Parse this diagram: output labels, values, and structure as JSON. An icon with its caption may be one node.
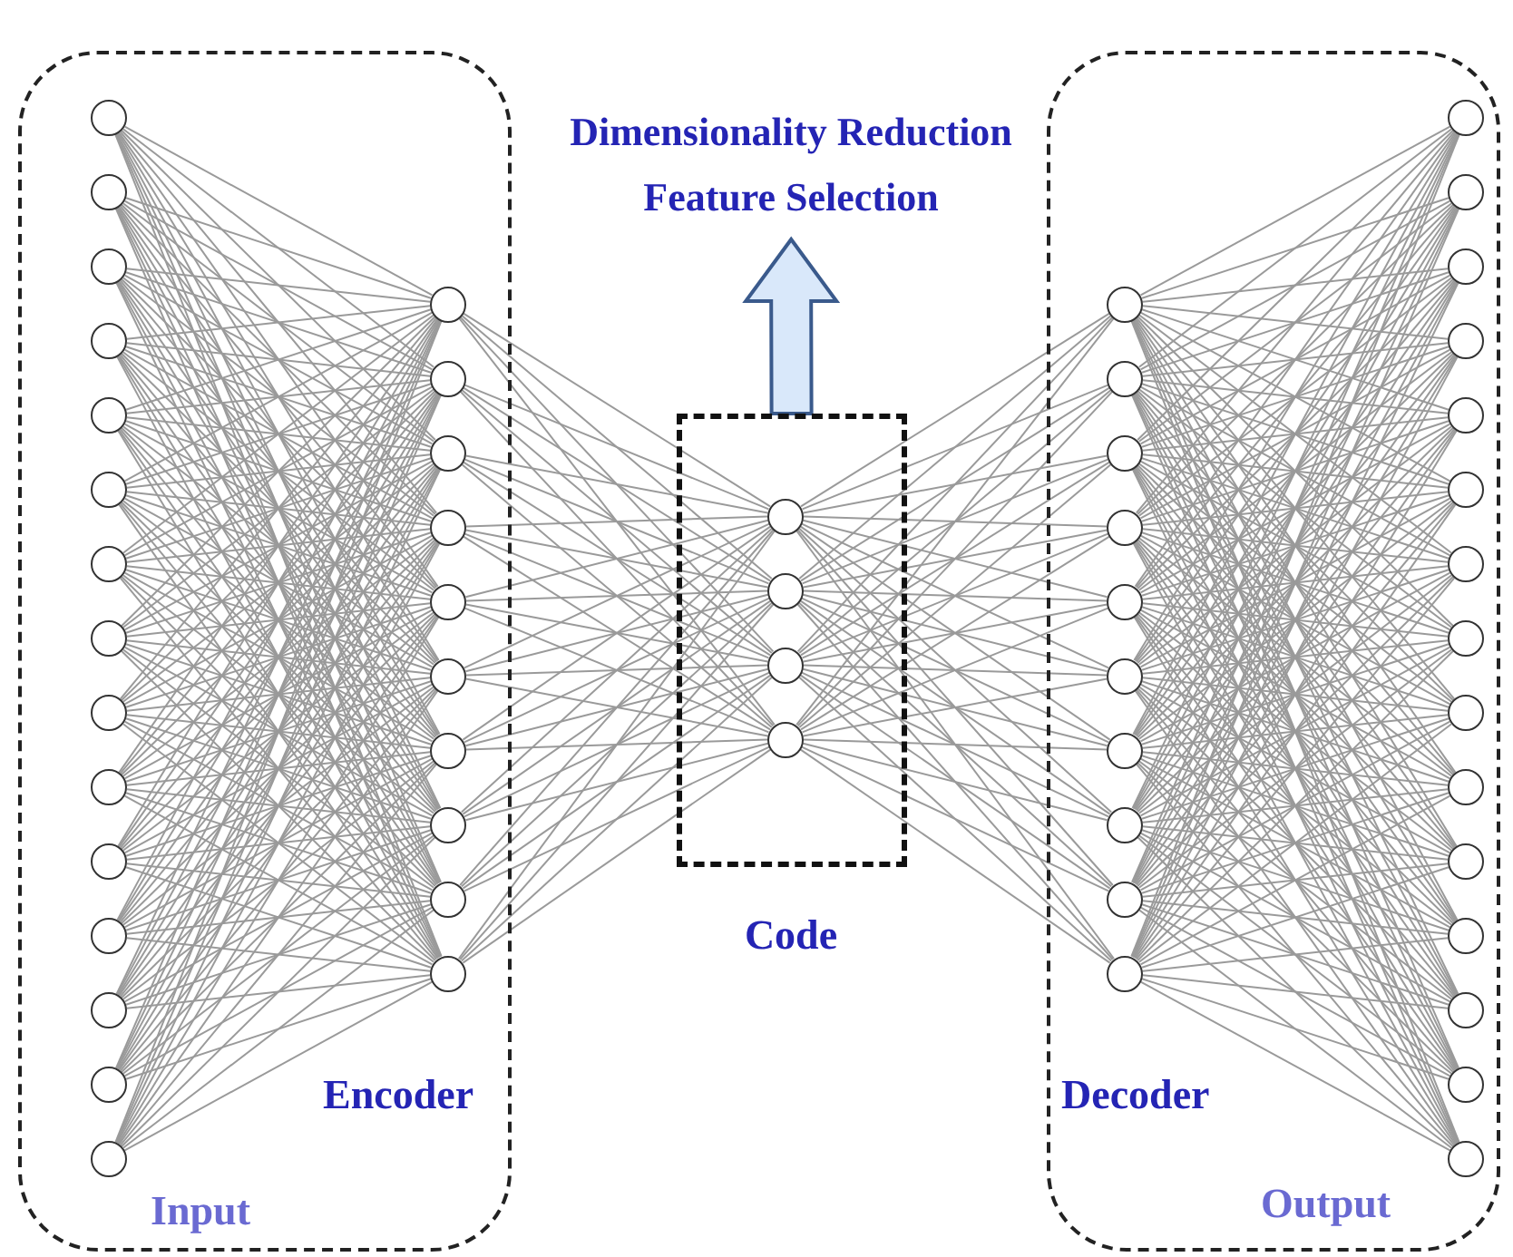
{
  "diagram": {
    "nodes": [
      {
        "text": [
          "Encoder",
          "Input"
        ]
      },
      {
        "text": [
          "Dimensionality Reduction",
          "Feature Selection"
        ]
      },
      {
        "text": [
          "Code"
        ]
      },
      {
        "text": [
          "Decoder",
          "Output"
        ]
      },
      {
        "text": [],
        "shape": "circle",
        "in": 0
      },
      {
        "text": [],
        "shape": "circle",
        "in": 0
      },
      {
        "text": [],
        "shape": "circle",
        "in": 0
      },
      {
        "text": [],
        "shape": "circle",
        "in": 0
      },
      {
        "text": [],
        "shape": "circle",
        "in": 0
      },
      {
        "text": [],
        "shape": "circle",
        "in": 0
      },
      {
        "text": [],
        "shape": "circle",
        "in": 0
      },
      {
        "text": [],
        "shape": "circle",
        "in": 0
      },
      {
        "text": [],
        "shape": "circle",
        "in": 0
      },
      {
        "text": [],
        "shape": "circle",
        "in": 0
      },
      {
        "text": [],
        "shape": "circle",
        "in": 0
      },
      {
        "text": [],
        "shape": "circle",
        "in": 0
      },
      {
        "text": [],
        "shape": "circle",
        "in": 0
      },
      {
        "text": [],
        "shape": "circle",
        "in": 0
      },
      {
        "text": [],
        "shape": "circle",
        "in": 0
      },
      {
        "text": [],
        "shape": "circle",
        "in": 0
      },
      {
        "text": [],
        "shape": "circle",
        "in": 0
      },
      {
        "text": [],
        "shape": "circle",
        "in": 0
      },
      {
        "text": [],
        "shape": "circle",
        "in": 0
      },
      {
        "text": [],
        "shape": "circle",
        "in": 0
      },
      {
        "text": [],
        "shape": "circle",
        "in": 0
      },
      {
        "text": [],
        "shape": "circle",
        "in": 0
      },
      {
        "text": [],
        "shape": "circle",
        "in": 0
      },
      {
        "text": [],
        "shape": "circle",
        "in": 0
      },
      {
        "text": [],
        "shape": "circle",
        "in": 0
      },
      {
        "text": [],
        "shape": "circle",
        "in": 2
      },
      {
        "text": [],
        "shape": "circle",
        "in": 2
      },
      {
        "text": [],
        "shape": "circle",
        "in": 2
      },
      {
        "text": [],
        "shape": "circle",
        "in": 2
      },
      {
        "text": [],
        "shape": "circle",
        "in": 3
      },
      {
        "text": [],
        "shape": "circle",
        "in": 3
      },
      {
        "text": [],
        "shape": "circle",
        "in": 3
      },
      {
        "text": [],
        "shape": "circle",
        "in": 3
      },
      {
        "text": [],
        "shape": "circle",
        "in": 3
      },
      {
        "text": [],
        "shape": "circle",
        "in": 3
      },
      {
        "text": [],
        "shape": "circle",
        "in": 3
      },
      {
        "text": [],
        "shape": "circle",
        "in": 3
      },
      {
        "text": [],
        "shape": "circle",
        "in": 3
      },
      {
        "text": [],
        "shape": "circle",
        "in": 3
      },
      {
        "text": [],
        "shape": "circle",
        "in": 3
      },
      {
        "text": [],
        "shape": "circle",
        "in": 3
      },
      {
        "text": [],
        "shape": "circle",
        "in": 3
      },
      {
        "text": [],
        "shape": "circle",
        "in": 3
      },
      {
        "text": [],
        "shape": "circle",
        "in": 3
      },
      {
        "text": [],
        "shape": "circle",
        "in": 3
      },
      {
        "text": [],
        "shape": "circle",
        "in": 3
      },
      {
        "text": [],
        "shape": "circle",
        "in": 3
      },
      {
        "text": [],
        "shape": "circle",
        "in": 3
      },
      {
        "text": [],
        "shape": "circle",
        "in": 3
      },
      {
        "text": [],
        "shape": "circle",
        "in": 3
      },
      {
        "text": [],
        "shape": "circle",
        "in": 3
      },
      {
        "text": [],
        "shape": "circle",
        "in": 3
      },
      {
        "text": [],
        "shape": "circle",
        "in": 3
      },
      {
        "text": [],
        "shape": "circle",
        "in": 3
      }
    ],
    "edges": [
      {
        "from": 2,
        "to": 1,
        "arrow": "to",
        "style": "thick"
      },
      {
        "from": 4,
        "to": 19,
        "arrow": "none"
      },
      {
        "from": 4,
        "to": 20,
        "arrow": "none"
      },
      {
        "from": 4,
        "to": 21,
        "arrow": "none"
      },
      {
        "from": 4,
        "to": 22,
        "arrow": "none"
      },
      {
        "from": 4,
        "to": 23,
        "arrow": "none"
      },
      {
        "from": 4,
        "to": 24,
        "arrow": "none"
      },
      {
        "from": 4,
        "to": 25,
        "arrow": "none"
      },
      {
        "from": 4,
        "to": 26,
        "arrow": "none"
      },
      {
        "from": 4,
        "to": 27,
        "arrow": "none"
      },
      {
        "from": 4,
        "to": 28,
        "arrow": "none"
      },
      {
        "from": 5,
        "to": 19,
        "arrow": "none"
      },
      {
        "from": 5,
        "to": 20,
        "arrow": "none"
      },
      {
        "from": 5,
        "to": 21,
        "arrow": "none"
      },
      {
        "from": 5,
        "to": 22,
        "arrow": "none"
      },
      {
        "from": 5,
        "to": 23,
        "arrow": "none"
      },
      {
        "from": 5,
        "to": 24,
        "arrow": "none"
      },
      {
        "from": 5,
        "to": 25,
        "arrow": "none"
      },
      {
        "from": 5,
        "to": 26,
        "arrow": "none"
      },
      {
        "from": 5,
        "to": 27,
        "arrow": "none"
      },
      {
        "from": 5,
        "to": 28,
        "arrow": "none"
      },
      {
        "from": 6,
        "to": 19,
        "arrow": "none"
      },
      {
        "from": 6,
        "to": 20,
        "arrow": "none"
      },
      {
        "from": 6,
        "to": 21,
        "arrow": "none"
      },
      {
        "from": 6,
        "to": 22,
        "arrow": "none"
      },
      {
        "from": 6,
        "to": 23,
        "arrow": "none"
      },
      {
        "from": 6,
        "to": 24,
        "arrow": "none"
      },
      {
        "from": 6,
        "to": 25,
        "arrow": "none"
      },
      {
        "from": 6,
        "to": 26,
        "arrow": "none"
      },
      {
        "from": 6,
        "to": 27,
        "arrow": "none"
      },
      {
        "from": 6,
        "to": 28,
        "arrow": "none"
      },
      {
        "from": 7,
        "to": 19,
        "arrow": "none"
      },
      {
        "from": 7,
        "to": 20,
        "arrow": "none"
      },
      {
        "from": 7,
        "to": 21,
        "arrow": "none"
      },
      {
        "from": 7,
        "to": 22,
        "arrow": "none"
      },
      {
        "from": 7,
        "to": 23,
        "arrow": "none"
      },
      {
        "from": 7,
        "to": 24,
        "arrow": "none"
      },
      {
        "from": 7,
        "to": 25,
        "arrow": "none"
      },
      {
        "from": 7,
        "to": 26,
        "arrow": "none"
      },
      {
        "from": 7,
        "to": 27,
        "arrow": "none"
      },
      {
        "from": 7,
        "to": 28,
        "arrow": "none"
      },
      {
        "from": 8,
        "to": 19,
        "arrow": "none"
      },
      {
        "from": 8,
        "to": 20,
        "arrow": "none"
      },
      {
        "from": 8,
        "to": 21,
        "arrow": "none"
      },
      {
        "from": 8,
        "to": 22,
        "arrow": "none"
      },
      {
        "from": 8,
        "to": 23,
        "arrow": "none"
      },
      {
        "from": 8,
        "to": 24,
        "arrow": "none"
      },
      {
        "from": 8,
        "to": 25,
        "arrow": "none"
      },
      {
        "from": 8,
        "to": 26,
        "arrow": "none"
      },
      {
        "from": 8,
        "to": 27,
        "arrow": "none"
      },
      {
        "from": 8,
        "to": 28,
        "arrow": "none"
      },
      {
        "from": 9,
        "to": 19,
        "arrow": "none"
      },
      {
        "from": 9,
        "to": 20,
        "arrow": "none"
      },
      {
        "from": 9,
        "to": 21,
        "arrow": "none"
      },
      {
        "from": 9,
        "to": 22,
        "arrow": "none"
      },
      {
        "from": 9,
        "to": 23,
        "arrow": "none"
      },
      {
        "from": 9,
        "to": 24,
        "arrow": "none"
      },
      {
        "from": 9,
        "to": 25,
        "arrow": "none"
      },
      {
        "from": 9,
        "to": 26,
        "arrow": "none"
      },
      {
        "from": 9,
        "to": 27,
        "arrow": "none"
      },
      {
        "from": 9,
        "to": 28,
        "arrow": "none"
      },
      {
        "from": 10,
        "to": 19,
        "arrow": "none"
      },
      {
        "from": 10,
        "to": 20,
        "arrow": "none"
      },
      {
        "from": 10,
        "to": 21,
        "arrow": "none"
      },
      {
        "from": 10,
        "to": 22,
        "arrow": "none"
      },
      {
        "from": 10,
        "to": 23,
        "arrow": "none"
      },
      {
        "from": 10,
        "to": 24,
        "arrow": "none"
      },
      {
        "from": 10,
        "to": 25,
        "arrow": "none"
      },
      {
        "from": 10,
        "to": 26,
        "arrow": "none"
      },
      {
        "from": 10,
        "to": 27,
        "arrow": "none"
      },
      {
        "from": 10,
        "to": 28,
        "arrow": "none"
      },
      {
        "from": 11,
        "to": 19,
        "arrow": "none"
      },
      {
        "from": 11,
        "to": 20,
        "arrow": "none"
      },
      {
        "from": 11,
        "to": 21,
        "arrow": "none"
      },
      {
        "from": 11,
        "to": 22,
        "arrow": "none"
      },
      {
        "from": 11,
        "to": 23,
        "arrow": "none"
      },
      {
        "from": 11,
        "to": 24,
        "arrow": "none"
      },
      {
        "from": 11,
        "to": 25,
        "arrow": "none"
      },
      {
        "from": 11,
        "to": 26,
        "arrow": "none"
      },
      {
        "from": 11,
        "to": 27,
        "arrow": "none"
      },
      {
        "from": 11,
        "to": 28,
        "arrow": "none"
      },
      {
        "from": 12,
        "to": 19,
        "arrow": "none"
      },
      {
        "from": 12,
        "to": 20,
        "arrow": "none"
      },
      {
        "from": 12,
        "to": 21,
        "arrow": "none"
      },
      {
        "from": 12,
        "to": 22,
        "arrow": "none"
      },
      {
        "from": 12,
        "to": 23,
        "arrow": "none"
      },
      {
        "from": 12,
        "to": 24,
        "arrow": "none"
      },
      {
        "from": 12,
        "to": 25,
        "arrow": "none"
      },
      {
        "from": 12,
        "to": 26,
        "arrow": "none"
      },
      {
        "from": 12,
        "to": 27,
        "arrow": "none"
      },
      {
        "from": 12,
        "to": 28,
        "arrow": "none"
      },
      {
        "from": 13,
        "to": 19,
        "arrow": "none"
      },
      {
        "from": 13,
        "to": 20,
        "arrow": "none"
      },
      {
        "from": 13,
        "to": 21,
        "arrow": "none"
      },
      {
        "from": 13,
        "to": 22,
        "arrow": "none"
      },
      {
        "from": 13,
        "to": 23,
        "arrow": "none"
      },
      {
        "from": 13,
        "to": 24,
        "arrow": "none"
      },
      {
        "from": 13,
        "to": 25,
        "arrow": "none"
      },
      {
        "from": 13,
        "to": 26,
        "arrow": "none"
      },
      {
        "from": 13,
        "to": 27,
        "arrow": "none"
      },
      {
        "from": 13,
        "to": 28,
        "arrow": "none"
      },
      {
        "from": 14,
        "to": 19,
        "arrow": "none"
      },
      {
        "from": 14,
        "to": 20,
        "arrow": "none"
      },
      {
        "from": 14,
        "to": 21,
        "arrow": "none"
      },
      {
        "from": 14,
        "to": 22,
        "arrow": "none"
      },
      {
        "from": 14,
        "to": 23,
        "arrow": "none"
      },
      {
        "from": 14,
        "to": 24,
        "arrow": "none"
      },
      {
        "from": 14,
        "to": 25,
        "arrow": "none"
      },
      {
        "from": 14,
        "to": 26,
        "arrow": "none"
      },
      {
        "from": 14,
        "to": 27,
        "arrow": "none"
      },
      {
        "from": 14,
        "to": 28,
        "arrow": "none"
      },
      {
        "from": 15,
        "to": 19,
        "arrow": "none"
      },
      {
        "from": 15,
        "to": 20,
        "arrow": "none"
      },
      {
        "from": 15,
        "to": 21,
        "arrow": "none"
      },
      {
        "from": 15,
        "to": 22,
        "arrow": "none"
      },
      {
        "from": 15,
        "to": 23,
        "arrow": "none"
      },
      {
        "from": 15,
        "to": 24,
        "arrow": "none"
      },
      {
        "from": 15,
        "to": 25,
        "arrow": "none"
      },
      {
        "from": 15,
        "to": 26,
        "arrow": "none"
      },
      {
        "from": 15,
        "to": 27,
        "arrow": "none"
      },
      {
        "from": 15,
        "to": 28,
        "arrow": "none"
      },
      {
        "from": 16,
        "to": 19,
        "arrow": "none"
      },
      {
        "from": 16,
        "to": 20,
        "arrow": "none"
      },
      {
        "from": 16,
        "to": 21,
        "arrow": "none"
      },
      {
        "from": 16,
        "to": 22,
        "arrow": "none"
      },
      {
        "from": 16,
        "to": 23,
        "arrow": "none"
      },
      {
        "from": 16,
        "to": 24,
        "arrow": "none"
      },
      {
        "from": 16,
        "to": 25,
        "arrow": "none"
      },
      {
        "from": 16,
        "to": 26,
        "arrow": "none"
      },
      {
        "from": 16,
        "to": 27,
        "arrow": "none"
      },
      {
        "from": 16,
        "to": 28,
        "arrow": "none"
      },
      {
        "from": 17,
        "to": 19,
        "arrow": "none"
      },
      {
        "from": 17,
        "to": 20,
        "arrow": "none"
      },
      {
        "from": 17,
        "to": 21,
        "arrow": "none"
      },
      {
        "from": 17,
        "to": 22,
        "arrow": "none"
      },
      {
        "from": 17,
        "to": 23,
        "arrow": "none"
      },
      {
        "from": 17,
        "to": 24,
        "arrow": "none"
      },
      {
        "from": 17,
        "to": 25,
        "arrow": "none"
      },
      {
        "from": 17,
        "to": 26,
        "arrow": "none"
      },
      {
        "from": 17,
        "to": 27,
        "arrow": "none"
      },
      {
        "from": 17,
        "to": 28,
        "arrow": "none"
      },
      {
        "from": 18,
        "to": 19,
        "arrow": "none"
      },
      {
        "from": 18,
        "to": 20,
        "arrow": "none"
      },
      {
        "from": 18,
        "to": 21,
        "arrow": "none"
      },
      {
        "from": 18,
        "to": 22,
        "arrow": "none"
      },
      {
        "from": 18,
        "to": 23,
        "arrow": "none"
      },
      {
        "from": 18,
        "to": 24,
        "arrow": "none"
      },
      {
        "from": 18,
        "to": 25,
        "arrow": "none"
      },
      {
        "from": 18,
        "to": 26,
        "arrow": "none"
      },
      {
        "from": 18,
        "to": 27,
        "arrow": "none"
      },
      {
        "from": 18,
        "to": 28,
        "arrow": "none"
      },
      {
        "from": 19,
        "to": 29,
        "arrow": "none"
      },
      {
        "from": 19,
        "to": 30,
        "arrow": "none"
      },
      {
        "from": 19,
        "to": 31,
        "arrow": "none"
      },
      {
        "from": 19,
        "to": 32,
        "arrow": "none"
      },
      {
        "from": 20,
        "to": 29,
        "arrow": "none"
      },
      {
        "from": 20,
        "to": 30,
        "arrow": "none"
      },
      {
        "from": 20,
        "to": 31,
        "arrow": "none"
      },
      {
        "from": 20,
        "to": 32,
        "arrow": "none"
      },
      {
        "from": 21,
        "to": 29,
        "arrow": "none"
      },
      {
        "from": 21,
        "to": 30,
        "arrow": "none"
      },
      {
        "from": 21,
        "to": 31,
        "arrow": "none"
      },
      {
        "from": 21,
        "to": 32,
        "arrow": "none"
      },
      {
        "from": 22,
        "to": 29,
        "arrow": "none"
      },
      {
        "from": 22,
        "to": 30,
        "arrow": "none"
      },
      {
        "from": 22,
        "to": 31,
        "arrow": "none"
      },
      {
        "from": 22,
        "to": 32,
        "arrow": "none"
      },
      {
        "from": 23,
        "to": 29,
        "arrow": "none"
      },
      {
        "from": 23,
        "to": 30,
        "arrow": "none"
      },
      {
        "from": 23,
        "to": 31,
        "arrow": "none"
      },
      {
        "from": 23,
        "to": 32,
        "arrow": "none"
      },
      {
        "from": 24,
        "to": 29,
        "arrow": "none"
      },
      {
        "from": 24,
        "to": 30,
        "arrow": "none"
      },
      {
        "from": 24,
        "to": 31,
        "arrow": "none"
      },
      {
        "from": 24,
        "to": 32,
        "arrow": "none"
      },
      {
        "from": 25,
        "to": 29,
        "arrow": "none"
      },
      {
        "from": 25,
        "to": 30,
        "arrow": "none"
      },
      {
        "from": 25,
        "to": 31,
        "arrow": "none"
      },
      {
        "from": 25,
        "to": 32,
        "arrow": "none"
      },
      {
        "from": 26,
        "to": 29,
        "arrow": "none"
      },
      {
        "from": 26,
        "to": 30,
        "arrow": "none"
      },
      {
        "from": 26,
        "to": 31,
        "arrow": "none"
      },
      {
        "from": 26,
        "to": 32,
        "arrow": "none"
      },
      {
        "from": 27,
        "to": 29,
        "arrow": "none"
      },
      {
        "from": 27,
        "to": 30,
        "arrow": "none"
      },
      {
        "from": 27,
        "to": 31,
        "arrow": "none"
      },
      {
        "from": 27,
        "to": 32,
        "arrow": "none"
      },
      {
        "from": 28,
        "to": 29,
        "arrow": "none"
      },
      {
        "from": 28,
        "to": 30,
        "arrow": "none"
      },
      {
        "from": 28,
        "to": 31,
        "arrow": "none"
      },
      {
        "from": 28,
        "to": 32,
        "arrow": "none"
      },
      {
        "from": 29,
        "to": 33,
        "arrow": "none"
      },
      {
        "from": 29,
        "to": 34,
        "arrow": "none"
      },
      {
        "from": 29,
        "to": 35,
        "arrow": "none"
      },
      {
        "from": 29,
        "to": 36,
        "arrow": "none"
      },
      {
        "from": 29,
        "to": 37,
        "arrow": "none"
      },
      {
        "from": 29,
        "to": 38,
        "arrow": "none"
      },
      {
        "from": 29,
        "to": 39,
        "arrow": "none"
      },
      {
        "from": 29,
        "to": 40,
        "arrow": "none"
      },
      {
        "from": 29,
        "to": 41,
        "arrow": "none"
      },
      {
        "from": 29,
        "to": 42,
        "arrow": "none"
      },
      {
        "from": 30,
        "to": 33,
        "arrow": "none"
      },
      {
        "from": 30,
        "to": 34,
        "arrow": "none"
      },
      {
        "from": 30,
        "to": 35,
        "arrow": "none"
      },
      {
        "from": 30,
        "to": 36,
        "arrow": "none"
      },
      {
        "from": 30,
        "to": 37,
        "arrow": "none"
      },
      {
        "from": 30,
        "to": 38,
        "arrow": "none"
      },
      {
        "from": 30,
        "to": 39,
        "arrow": "none"
      },
      {
        "from": 30,
        "to": 40,
        "arrow": "none"
      },
      {
        "from": 30,
        "to": 41,
        "arrow": "none"
      },
      {
        "from": 30,
        "to": 42,
        "arrow": "none"
      },
      {
        "from": 31,
        "to": 33,
        "arrow": "none"
      },
      {
        "from": 31,
        "to": 34,
        "arrow": "none"
      },
      {
        "from": 31,
        "to": 35,
        "arrow": "none"
      },
      {
        "from": 31,
        "to": 36,
        "arrow": "none"
      },
      {
        "from": 31,
        "to": 37,
        "arrow": "none"
      },
      {
        "from": 31,
        "to": 38,
        "arrow": "none"
      },
      {
        "from": 31,
        "to": 39,
        "arrow": "none"
      },
      {
        "from": 31,
        "to": 40,
        "arrow": "none"
      },
      {
        "from": 31,
        "to": 41,
        "arrow": "none"
      },
      {
        "from": 31,
        "to": 42,
        "arrow": "none"
      },
      {
        "from": 32,
        "to": 33,
        "arrow": "none"
      },
      {
        "from": 32,
        "to": 34,
        "arrow": "none"
      },
      {
        "from": 32,
        "to": 35,
        "arrow": "none"
      },
      {
        "from": 32,
        "to": 36,
        "arrow": "none"
      },
      {
        "from": 32,
        "to": 37,
        "arrow": "none"
      },
      {
        "from": 32,
        "to": 38,
        "arrow": "none"
      },
      {
        "from": 32,
        "to": 39,
        "arrow": "none"
      },
      {
        "from": 32,
        "to": 40,
        "arrow": "none"
      },
      {
        "from": 32,
        "to": 41,
        "arrow": "none"
      },
      {
        "from": 32,
        "to": 42,
        "arrow": "none"
      },
      {
        "from": 33,
        "to": 43,
        "arrow": "none"
      },
      {
        "from": 33,
        "to": 44,
        "arrow": "none"
      },
      {
        "from": 33,
        "to": 45,
        "arrow": "none"
      },
      {
        "from": 33,
        "to": 46,
        "arrow": "none"
      },
      {
        "from": 33,
        "to": 47,
        "arrow": "none"
      },
      {
        "from": 33,
        "to": 48,
        "arrow": "none"
      },
      {
        "from": 33,
        "to": 49,
        "arrow": "none"
      },
      {
        "from": 33,
        "to": 50,
        "arrow": "none"
      },
      {
        "from": 33,
        "to": 51,
        "arrow": "none"
      },
      {
        "from": 33,
        "to": 52,
        "arrow": "none"
      },
      {
        "from": 33,
        "to": 53,
        "arrow": "none"
      },
      {
        "from": 33,
        "to": 54,
        "arrow": "none"
      },
      {
        "from": 33,
        "to": 55,
        "arrow": "none"
      },
      {
        "from": 33,
        "to": 56,
        "arrow": "none"
      },
      {
        "from": 33,
        "to": 57,
        "arrow": "none"
      },
      {
        "from": 34,
        "to": 43,
        "arrow": "none"
      },
      {
        "from": 34,
        "to": 44,
        "arrow": "none"
      },
      {
        "from": 34,
        "to": 45,
        "arrow": "none"
      },
      {
        "from": 34,
        "to": 46,
        "arrow": "none"
      },
      {
        "from": 34,
        "to": 47,
        "arrow": "none"
      },
      {
        "from": 34,
        "to": 48,
        "arrow": "none"
      },
      {
        "from": 34,
        "to": 49,
        "arrow": "none"
      },
      {
        "from": 34,
        "to": 50,
        "arrow": "none"
      },
      {
        "from": 34,
        "to": 51,
        "arrow": "none"
      },
      {
        "from": 34,
        "to": 52,
        "arrow": "none"
      },
      {
        "from": 34,
        "to": 53,
        "arrow": "none"
      },
      {
        "from": 34,
        "to": 54,
        "arrow": "none"
      },
      {
        "from": 34,
        "to": 55,
        "arrow": "none"
      },
      {
        "from": 34,
        "to": 56,
        "arrow": "none"
      },
      {
        "from": 34,
        "to": 57,
        "arrow": "none"
      },
      {
        "from": 35,
        "to": 43,
        "arrow": "none"
      },
      {
        "from": 35,
        "to": 44,
        "arrow": "none"
      },
      {
        "from": 35,
        "to": 45,
        "arrow": "none"
      },
      {
        "from": 35,
        "to": 46,
        "arrow": "none"
      },
      {
        "from": 35,
        "to": 47,
        "arrow": "none"
      },
      {
        "from": 35,
        "to": 48,
        "arrow": "none"
      },
      {
        "from": 35,
        "to": 49,
        "arrow": "none"
      },
      {
        "from": 35,
        "to": 50,
        "arrow": "none"
      },
      {
        "from": 35,
        "to": 51,
        "arrow": "none"
      },
      {
        "from": 35,
        "to": 52,
        "arrow": "none"
      },
      {
        "from": 35,
        "to": 53,
        "arrow": "none"
      },
      {
        "from": 35,
        "to": 54,
        "arrow": "none"
      },
      {
        "from": 35,
        "to": 55,
        "arrow": "none"
      },
      {
        "from": 35,
        "to": 56,
        "arrow": "none"
      },
      {
        "from": 35,
        "to": 57,
        "arrow": "none"
      },
      {
        "from": 36,
        "to": 43,
        "arrow": "none"
      },
      {
        "from": 36,
        "to": 44,
        "arrow": "none"
      },
      {
        "from": 36,
        "to": 45,
        "arrow": "none"
      },
      {
        "from": 36,
        "to": 46,
        "arrow": "none"
      },
      {
        "from": 36,
        "to": 47,
        "arrow": "none"
      },
      {
        "from": 36,
        "to": 48,
        "arrow": "none"
      },
      {
        "from": 36,
        "to": 49,
        "arrow": "none"
      },
      {
        "from": 36,
        "to": 50,
        "arrow": "none"
      },
      {
        "from": 36,
        "to": 51,
        "arrow": "none"
      },
      {
        "from": 36,
        "to": 52,
        "arrow": "none"
      },
      {
        "from": 36,
        "to": 53,
        "arrow": "none"
      },
      {
        "from": 36,
        "to": 54,
        "arrow": "none"
      },
      {
        "from": 36,
        "to": 55,
        "arrow": "none"
      },
      {
        "from": 36,
        "to": 56,
        "arrow": "none"
      },
      {
        "from": 36,
        "to": 57,
        "arrow": "none"
      },
      {
        "from": 37,
        "to": 43,
        "arrow": "none"
      },
      {
        "from": 37,
        "to": 44,
        "arrow": "none"
      },
      {
        "from": 37,
        "to": 45,
        "arrow": "none"
      },
      {
        "from": 37,
        "to": 46,
        "arrow": "none"
      },
      {
        "from": 37,
        "to": 47,
        "arrow": "none"
      },
      {
        "from": 37,
        "to": 48,
        "arrow": "none"
      },
      {
        "from": 37,
        "to": 49,
        "arrow": "none"
      },
      {
        "from": 37,
        "to": 50,
        "arrow": "none"
      },
      {
        "from": 37,
        "to": 51,
        "arrow": "none"
      },
      {
        "from": 37,
        "to": 52,
        "arrow": "none"
      },
      {
        "from": 37,
        "to": 53,
        "arrow": "none"
      },
      {
        "from": 37,
        "to": 54,
        "arrow": "none"
      },
      {
        "from": 37,
        "to": 55,
        "arrow": "none"
      },
      {
        "from": 37,
        "to": 56,
        "arrow": "none"
      },
      {
        "from": 37,
        "to": 57,
        "arrow": "none"
      },
      {
        "from": 38,
        "to": 43,
        "arrow": "none"
      },
      {
        "from": 38,
        "to": 44,
        "arrow": "none"
      },
      {
        "from": 38,
        "to": 45,
        "arrow": "none"
      },
      {
        "from": 38,
        "to": 46,
        "arrow": "none"
      },
      {
        "from": 38,
        "to": 47,
        "arrow": "none"
      },
      {
        "from": 38,
        "to": 48,
        "arrow": "none"
      },
      {
        "from": 38,
        "to": 49,
        "arrow": "none"
      },
      {
        "from": 38,
        "to": 50,
        "arrow": "none"
      },
      {
        "from": 38,
        "to": 51,
        "arrow": "none"
      },
      {
        "from": 38,
        "to": 52,
        "arrow": "none"
      },
      {
        "from": 38,
        "to": 53,
        "arrow": "none"
      },
      {
        "from": 38,
        "to": 54,
        "arrow": "none"
      },
      {
        "from": 38,
        "to": 55,
        "arrow": "none"
      },
      {
        "from": 38,
        "to": 56,
        "arrow": "none"
      },
      {
        "from": 38,
        "to": 57,
        "arrow": "none"
      },
      {
        "from": 39,
        "to": 43,
        "arrow": "none"
      },
      {
        "from": 39,
        "to": 44,
        "arrow": "none"
      },
      {
        "from": 39,
        "to": 45,
        "arrow": "none"
      },
      {
        "from": 39,
        "to": 46,
        "arrow": "none"
      },
      {
        "from": 39,
        "to": 47,
        "arrow": "none"
      },
      {
        "from": 39,
        "to": 48,
        "arrow": "none"
      },
      {
        "from": 39,
        "to": 49,
        "arrow": "none"
      },
      {
        "from": 39,
        "to": 50,
        "arrow": "none"
      },
      {
        "from": 39,
        "to": 51,
        "arrow": "none"
      },
      {
        "from": 39,
        "to": 52,
        "arrow": "none"
      },
      {
        "from": 39,
        "to": 53,
        "arrow": "none"
      },
      {
        "from": 39,
        "to": 54,
        "arrow": "none"
      },
      {
        "from": 39,
        "to": 55,
        "arrow": "none"
      },
      {
        "from": 39,
        "to": 56,
        "arrow": "none"
      },
      {
        "from": 39,
        "to": 57,
        "arrow": "none"
      },
      {
        "from": 40,
        "to": 43,
        "arrow": "none"
      },
      {
        "from": 40,
        "to": 44,
        "arrow": "none"
      },
      {
        "from": 40,
        "to": 45,
        "arrow": "none"
      },
      {
        "from": 40,
        "to": 46,
        "arrow": "none"
      },
      {
        "from": 40,
        "to": 47,
        "arrow": "none"
      },
      {
        "from": 40,
        "to": 48,
        "arrow": "none"
      },
      {
        "from": 40,
        "to": 49,
        "arrow": "none"
      },
      {
        "from": 40,
        "to": 50,
        "arrow": "none"
      },
      {
        "from": 40,
        "to": 51,
        "arrow": "none"
      },
      {
        "from": 40,
        "to": 52,
        "arrow": "none"
      },
      {
        "from": 40,
        "to": 53,
        "arrow": "none"
      },
      {
        "from": 40,
        "to": 54,
        "arrow": "none"
      },
      {
        "from": 40,
        "to": 55,
        "arrow": "none"
      },
      {
        "from": 40,
        "to": 56,
        "arrow": "none"
      },
      {
        "from": 40,
        "to": 57,
        "arrow": "none"
      },
      {
        "from": 41,
        "to": 43,
        "arrow": "none"
      },
      {
        "from": 41,
        "to": 44,
        "arrow": "none"
      },
      {
        "from": 41,
        "to": 45,
        "arrow": "none"
      },
      {
        "from": 41,
        "to": 46,
        "arrow": "none"
      },
      {
        "from": 41,
        "to": 47,
        "arrow": "none"
      },
      {
        "from": 41,
        "to": 48,
        "arrow": "none"
      },
      {
        "from": 41,
        "to": 49,
        "arrow": "none"
      },
      {
        "from": 41,
        "to": 50,
        "arrow": "none"
      },
      {
        "from": 41,
        "to": 51,
        "arrow": "none"
      },
      {
        "from": 41,
        "to": 52,
        "arrow": "none"
      },
      {
        "from": 41,
        "to": 53,
        "arrow": "none"
      },
      {
        "from": 41,
        "to": 54,
        "arrow": "none"
      },
      {
        "from": 41,
        "to": 55,
        "arrow": "none"
      },
      {
        "from": 41,
        "to": 56,
        "arrow": "none"
      },
      {
        "from": 41,
        "to": 57,
        "arrow": "none"
      },
      {
        "from": 42,
        "to": 43,
        "arrow": "none"
      },
      {
        "from": 42,
        "to": 44,
        "arrow": "none"
      },
      {
        "from": 42,
        "to": 45,
        "arrow": "none"
      },
      {
        "from": 42,
        "to": 46,
        "arrow": "none"
      },
      {
        "from": 42,
        "to": 47,
        "arrow": "none"
      },
      {
        "from": 42,
        "to": 48,
        "arrow": "none"
      },
      {
        "from": 42,
        "to": 49,
        "arrow": "none"
      },
      {
        "from": 42,
        "to": 50,
        "arrow": "none"
      },
      {
        "from": 42,
        "to": 51,
        "arrow": "none"
      },
      {
        "from": 42,
        "to": 52,
        "arrow": "none"
      },
      {
        "from": 42,
        "to": 53,
        "arrow": "none"
      },
      {
        "from": 42,
        "to": 54,
        "arrow": "none"
      },
      {
        "from": 42,
        "to": 55,
        "arrow": "none"
      },
      {
        "from": 42,
        "to": 56,
        "arrow": "none"
      },
      {
        "from": 42,
        "to": 57,
        "arrow": "none"
      }
    ]
  }
}
